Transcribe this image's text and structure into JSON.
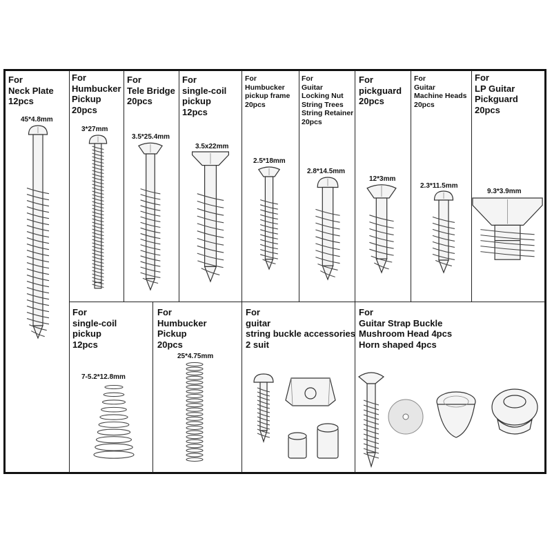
{
  "cells": [
    {
      "id": "neck-plate",
      "title": [
        "For",
        "Neck Plate",
        "12pcs"
      ],
      "dimension": "45*4.8mm",
      "part": "wood-screw"
    },
    {
      "id": "humbucker-screw",
      "title": [
        "For",
        "Humbucker",
        "Pickup",
        "20pcs"
      ],
      "dimension": "3*27mm",
      "part": "machine-screw"
    },
    {
      "id": "tele-bridge",
      "title": [
        "For",
        "Tele Bridge",
        "20pcs"
      ],
      "dimension": "3.5*25.4mm",
      "part": "wood-screw"
    },
    {
      "id": "single-coil-screw",
      "title": [
        "For",
        "single-coil",
        "pickup",
        "12pcs"
      ],
      "dimension": "3.5x22mm",
      "part": "wood-screw"
    },
    {
      "id": "humbucker-frame",
      "title": [
        "For",
        "Humbucker",
        "pickup frame",
        "20pcs"
      ],
      "dimension": "2.5*18mm",
      "part": "wood-screw"
    },
    {
      "id": "locking-nut",
      "title": [
        "For",
        "Guitar",
        "Locking Nut",
        "String Trees",
        "String Retainer",
        "20pcs"
      ],
      "dimension": "2.8*14.5mm",
      "part": "wood-screw"
    },
    {
      "id": "pickguard",
      "title": [
        "For",
        "pickguard",
        "20pcs"
      ],
      "dimension": "12*3mm",
      "part": "wood-screw"
    },
    {
      "id": "machine-heads",
      "title": [
        "For",
        "Guitar",
        "Machine Heads",
        "20pcs"
      ],
      "dimension": "2.3*11.5mm",
      "part": "wood-screw"
    },
    {
      "id": "lp-pickguard",
      "title": [
        "For",
        "LP Guitar",
        "Pickguard",
        "20pcs"
      ],
      "dimension": "9.3*3.9mm",
      "part": "machine-screw"
    },
    {
      "id": "single-coil-spring",
      "title": [
        "For",
        "single-coil",
        "pickup",
        "12pcs"
      ],
      "dimension": "7-5.2*12.8mm",
      "part": "conical-spring"
    },
    {
      "id": "humbucker-spring",
      "title": [
        "For",
        "Humbucker",
        "Pickup",
        "20pcs"
      ],
      "dimension": "25*4.75mm",
      "part": "spring"
    },
    {
      "id": "string-buckle",
      "title": [
        "For",
        "guitar",
        "string buckle accessories",
        "2 suit"
      ],
      "dimension": "",
      "part": "retainer-set"
    },
    {
      "id": "strap-buckle",
      "title": [
        "For",
        "Guitar Strap Buckle",
        "Mushroom Head 4pcs",
        "Horn shaped 4pcs"
      ],
      "dimension": "",
      "part": "strap-button-set"
    }
  ]
}
